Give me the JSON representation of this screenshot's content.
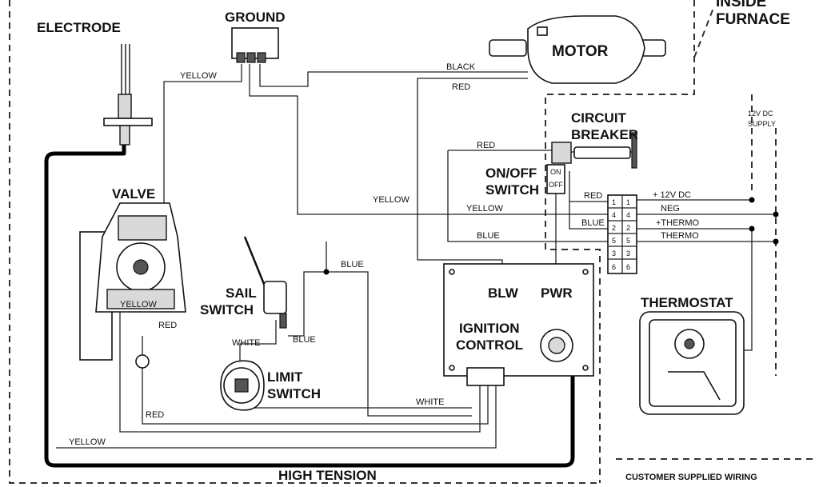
{
  "components": {
    "electrode": "ELECTRODE",
    "ground": "GROUND",
    "motor": "MOTOR",
    "inside_furnace": [
      "INSIDE",
      "FURNACE"
    ],
    "circuit_breaker": [
      "CIRCUIT",
      "BREAKER"
    ],
    "supply": [
      "12V DC",
      "SUPPLY"
    ],
    "on_off_switch": [
      "ON/OFF",
      "SWITCH"
    ],
    "valve": "VALVE",
    "sail_switch": [
      "SAIL",
      "SWITCH"
    ],
    "limit_switch": [
      "LIMIT",
      "SWITCH"
    ],
    "ignition_control": [
      "IGNITION",
      "CONTROL"
    ],
    "blw": "BLW",
    "pwr": "PWR",
    "thermostat": "THERMOSTAT",
    "high_tension": "HIGH TENSION",
    "customer_wiring": "CUSTOMER SUPPLIED WIRING"
  },
  "wires": {
    "yellow_ground": "YELLOW",
    "black_motor": "BLACK",
    "red_motor": "RED",
    "red_breaker": "RED",
    "yellow_mid": "YELLOW",
    "yellow_right": "YELLOW",
    "red_term": "RED",
    "blue_term": "BLUE",
    "blue_main": "BLUE",
    "blue_sail_left": "BLUE",
    "blue_sail": "BLUE",
    "white_limit": "WHITE",
    "white_bottom": "WHITE",
    "yellow_valve": "YELLOW",
    "red_valve": "RED",
    "red_bottom": "RED",
    "yellow_bottom": "YELLOW"
  },
  "terminals": {
    "rows": [
      [
        "1",
        "1"
      ],
      [
        "4",
        "4"
      ],
      [
        "2",
        "2"
      ],
      [
        "5",
        "5"
      ],
      [
        "3",
        "3"
      ],
      [
        "6",
        "6"
      ]
    ],
    "labels": [
      "+ 12V DC",
      "NEG",
      "+THERMO",
      "THERMO"
    ]
  },
  "switch_marks": {
    "on": "ON",
    "off": "OFF"
  }
}
